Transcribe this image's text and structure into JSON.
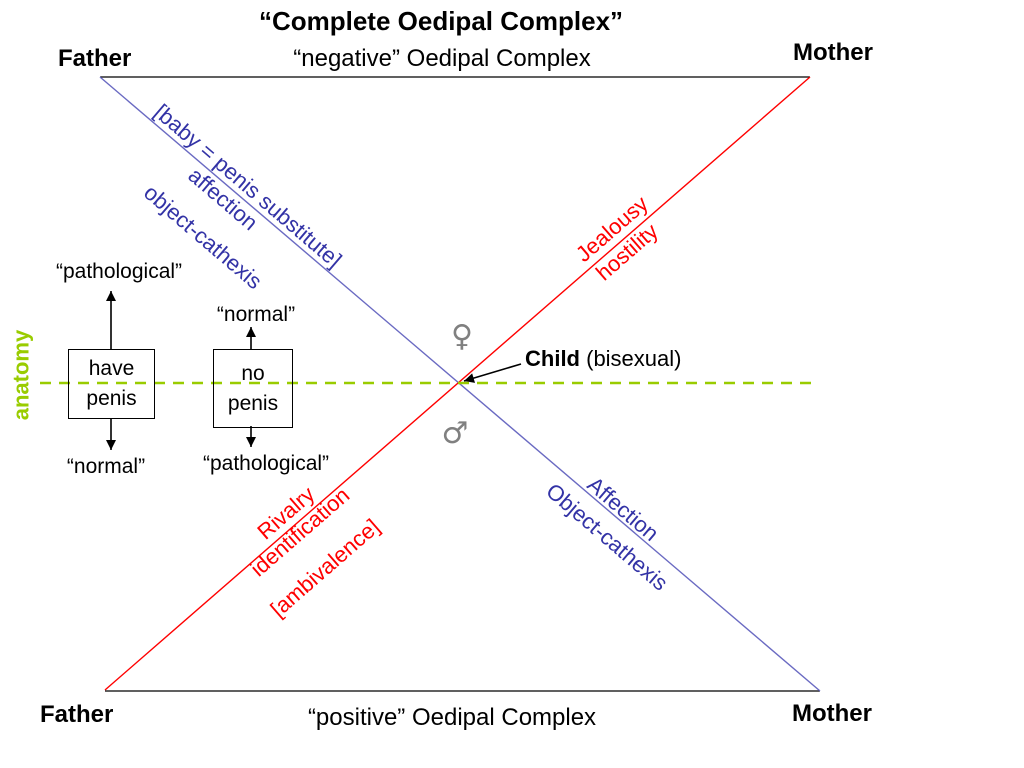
{
  "colors": {
    "red": "#FF0000",
    "blue_text": "#3333A6",
    "blue_line": "#6A6AC2",
    "green": "#99CC00",
    "gray": "#808080",
    "black": "#000000"
  },
  "title": "“Complete Oedipal Complex”",
  "subtitle_top": "“negative” Oedipal Complex",
  "subtitle_bottom": "“positive” Oedipal Complex",
  "corners": {
    "top_left": "Father",
    "top_right": "Mother",
    "bottom_left": "Father",
    "bottom_right": "Mother"
  },
  "relations": {
    "neg_father": {
      "line1": "[baby = penis substitute]",
      "line2": "affection",
      "line3": "object-cathexis"
    },
    "neg_mother": {
      "line1": "Jealousy",
      "line2": "hostility"
    },
    "pos_father": {
      "line1": "Rivalry",
      "line2": "identification",
      "line3": "[ambivalence]"
    },
    "pos_mother": {
      "line1": "Affection",
      "line2": "Object-cathexis"
    }
  },
  "center": {
    "child_bold": "Child",
    "child_rest": " (bisexual)",
    "female_symbol": "♀",
    "male_symbol": "♂"
  },
  "anatomy_axis": {
    "label": "anatomy",
    "boxes": [
      {
        "line1": "have",
        "line2": "penis",
        "above": "“pathological”",
        "below": "“normal”"
      },
      {
        "line1": "no",
        "line2": "penis",
        "above": "“normal”",
        "below": "“pathological”"
      }
    ]
  }
}
